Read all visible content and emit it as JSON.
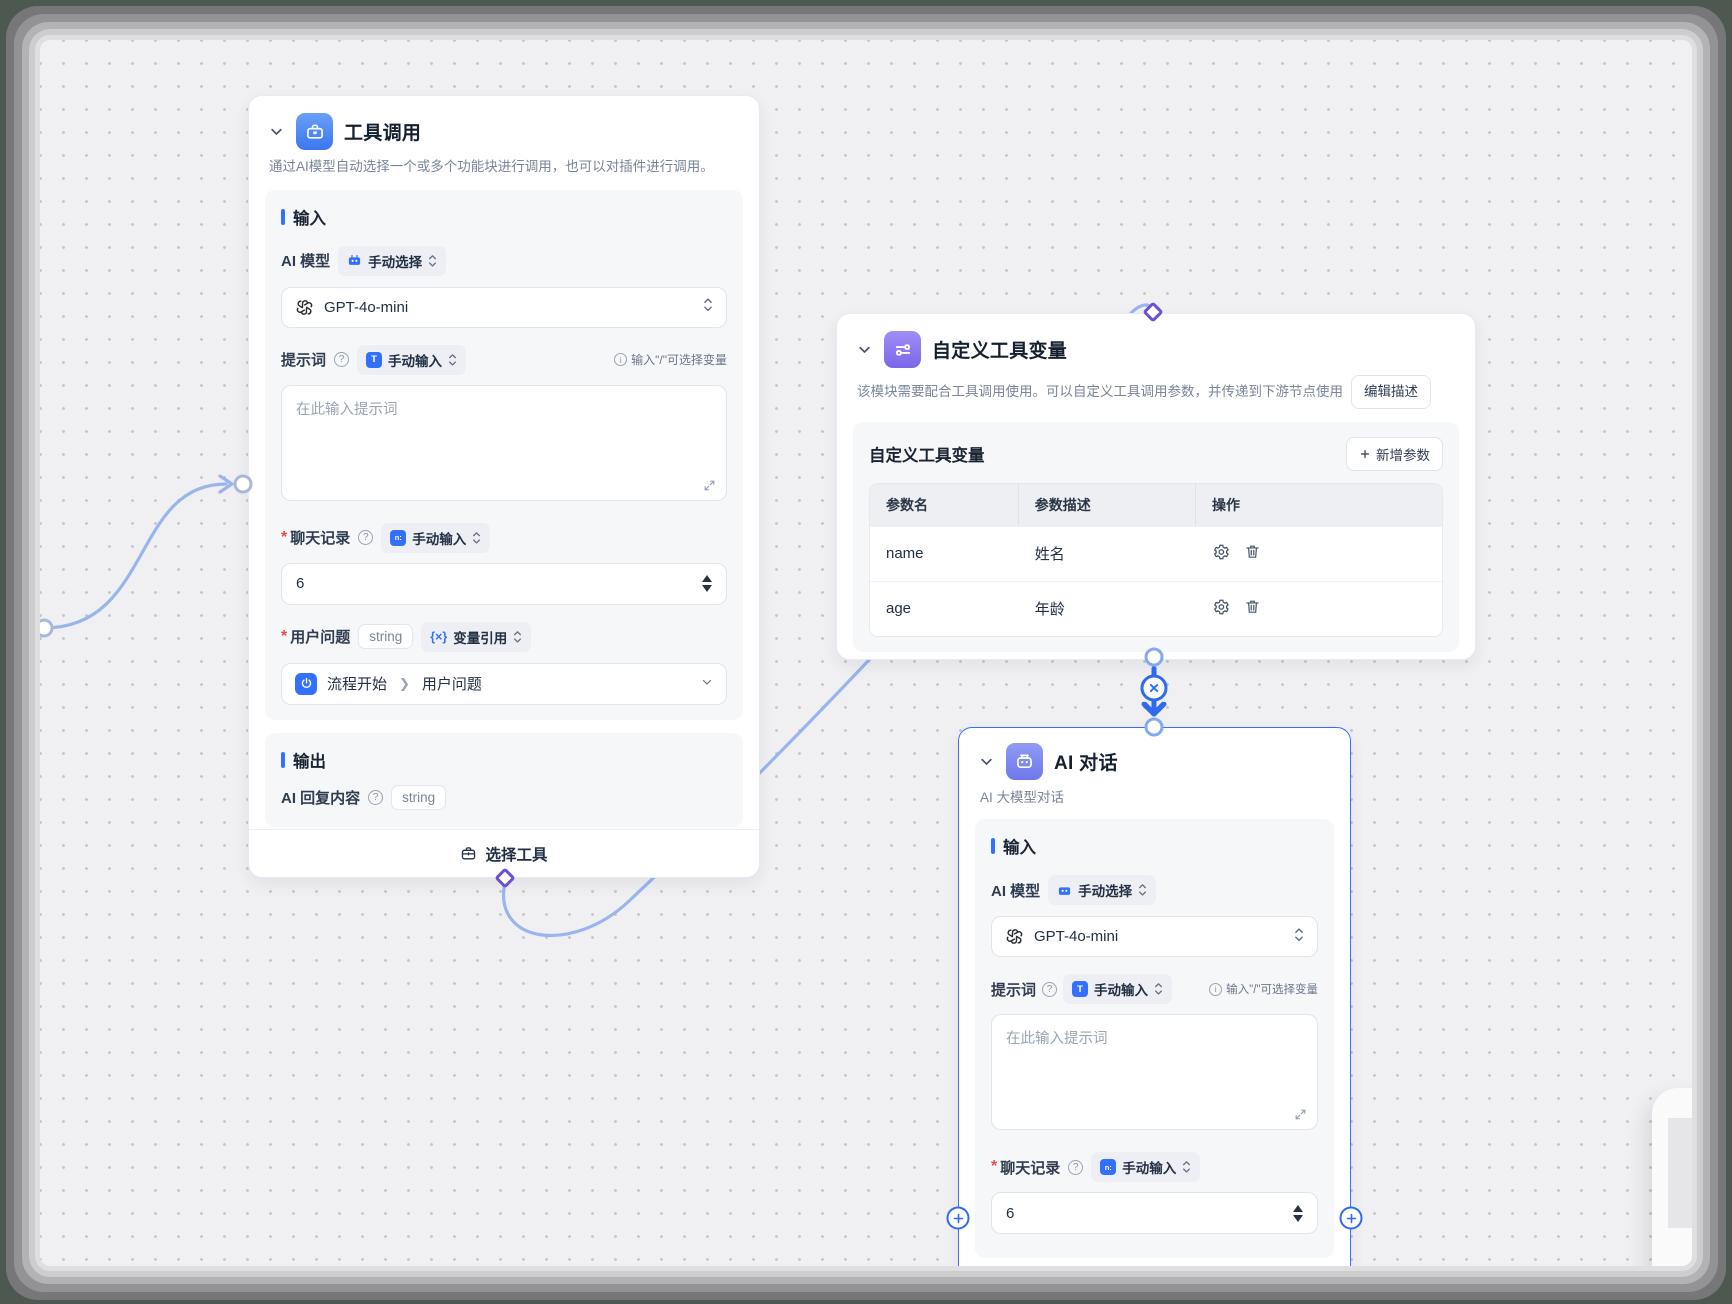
{
  "node_tool_call": {
    "title": "工具调用",
    "description": "通过AI模型自动选择一个或多个功能块进行调用，也可以对插件进行调用。",
    "input_section": "输入",
    "model_label": "AI 模型",
    "model_mode_badge": "手动选择",
    "model_value": "GPT-4o-mini",
    "prompt_label": "提示词",
    "prompt_mode_badge": "手动输入",
    "prompt_hint": "输入\"/\"可选择变量",
    "prompt_placeholder": "在此输入提示词",
    "history_label": "聊天记录",
    "history_mode_badge": "手动输入",
    "history_value": "6",
    "question_label": "用户问题",
    "question_type_badge": "string",
    "question_mode_badge": "变量引用",
    "question_source": "流程开始",
    "question_field": "用户问题",
    "output_section": "输出",
    "output_label": "AI 回复内容",
    "output_type_badge": "string",
    "footer_button": "选择工具"
  },
  "node_custom_vars": {
    "title": "自定义工具变量",
    "description": "该模块需要配合工具调用使用。可以自定义工具调用参数，并传递到下游节点使用",
    "edit_desc_button": "编辑描述",
    "section_title": "自定义工具变量",
    "add_param_button": "新增参数",
    "table": {
      "headers": [
        "参数名",
        "参数描述",
        "操作"
      ],
      "rows": [
        {
          "name": "name",
          "desc": "姓名"
        },
        {
          "name": "age",
          "desc": "年龄"
        }
      ]
    }
  },
  "node_ai_chat": {
    "title": "AI 对话",
    "subtitle": "AI 大模型对话",
    "input_section": "输入",
    "model_label": "AI 模型",
    "model_mode_badge": "手动选择",
    "model_value": "GPT-4o-mini",
    "prompt_label": "提示词",
    "prompt_mode_badge": "手动输入",
    "prompt_hint": "输入\"/\"可选择变量",
    "prompt_placeholder": "在此输入提示词",
    "history_label": "聊天记录",
    "history_mode_badge": "手动输入",
    "history_value": "6"
  },
  "colors": {
    "accent": "#3370ff",
    "edge": "#9ab4ee",
    "purple": "#6d4fd0"
  }
}
